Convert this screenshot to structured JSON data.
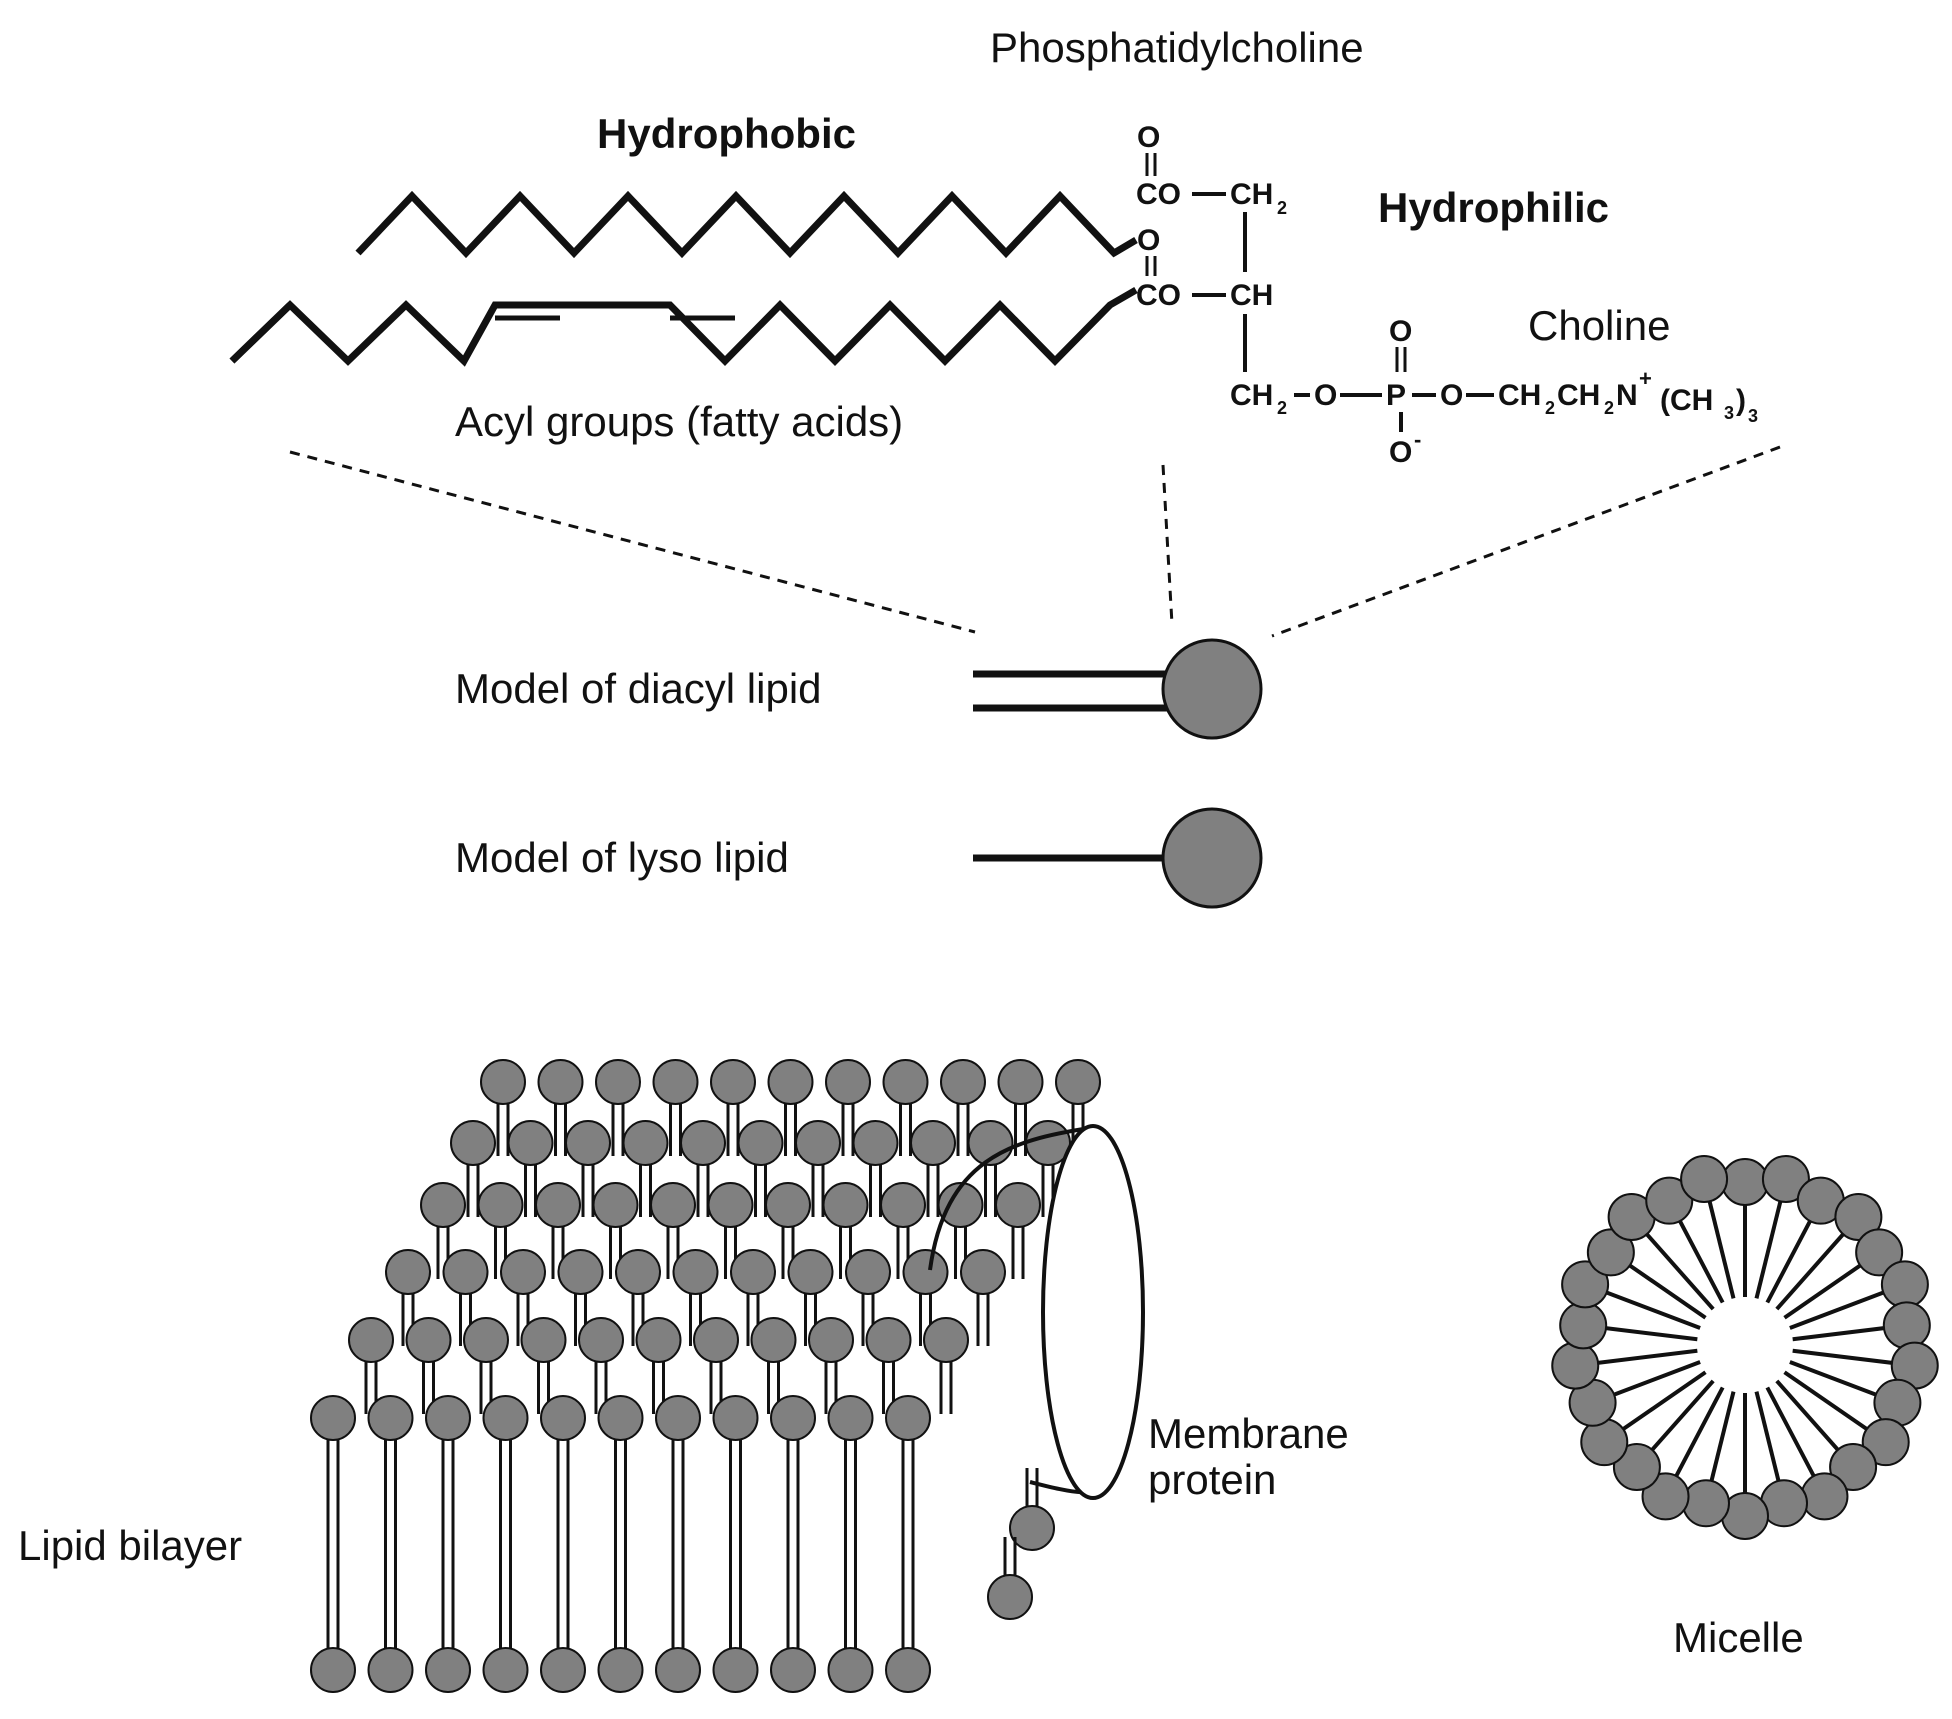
{
  "labels": {
    "phosphatidylcholine": "Phosphatidylcholine",
    "hydrophobic": "Hydrophobic",
    "hydrophilic": "Hydrophilic",
    "choline": "Choline",
    "acyl_groups": "Acyl groups (fatty acids)",
    "diacyl_model": "Model of diacyl lipid",
    "lyso_model": "Model of lyso lipid",
    "membrane_protein_1": "Membrane",
    "membrane_protein_2": "protein",
    "lipid_bilayer": "Lipid bilayer",
    "micelle": "Micelle"
  },
  "formula": {
    "o": "O",
    "co": "CO",
    "dash": "–",
    "ch2": "CH",
    "ch": "CH",
    "p": "P",
    "n": "N",
    "sub2": "2",
    "sub3": "3",
    "plus": "+",
    "minus": "-",
    "ch3": "(CH",
    "close": ")"
  },
  "colors": {
    "head_fill": "#808080",
    "stroke": "#111111"
  }
}
